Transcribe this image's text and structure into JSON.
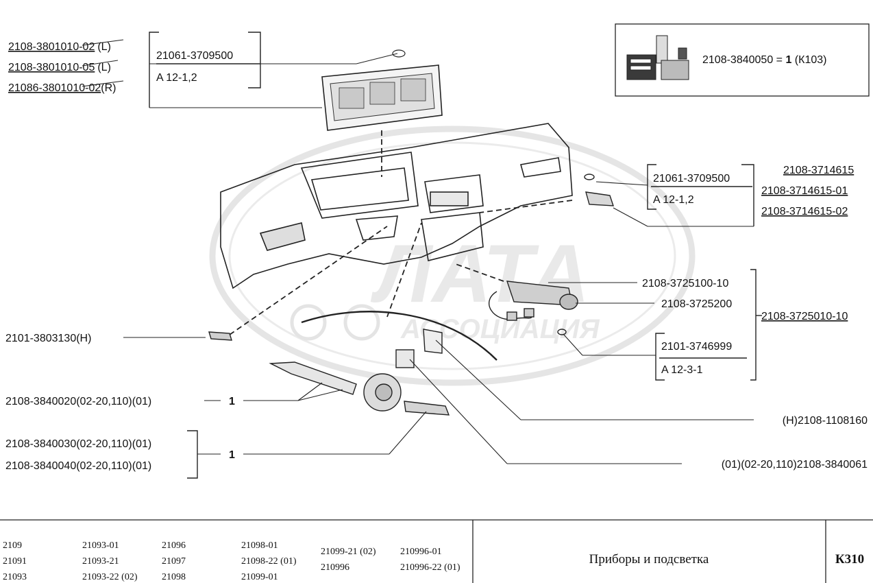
{
  "watermark": {
    "line1": "ЛАТА",
    "line2": "АССОЦИАЦИЯ"
  },
  "box_kit": {
    "text": "2108-3840050 = ",
    "qty": "1",
    "ref": " (К103)"
  },
  "cluster_labels": [
    {
      "code": "2108-3801010-02",
      "suffix": "(L)"
    },
    {
      "code": "2108-3801010-05",
      "suffix": "(L)"
    },
    {
      "code": "21086-3801010-02",
      "suffix": "(R)"
    }
  ],
  "bulb_top": {
    "code": "21061-3709500",
    "spec": "A 12-1,2"
  },
  "bulb_right": {
    "code": "21061-3709500",
    "spec": "A 12-1,2"
  },
  "switch_codes": [
    "2108-3714615",
    "2108-3714615-01",
    "2108-3714615-02"
  ],
  "lighter": {
    "socket": "2108-3725100-10",
    "element": "2108-3725200",
    "assembly": "2108-3725010-10"
  },
  "bulb_lamp": {
    "code": "2101-3746999",
    "spec": "A 12-3-1"
  },
  "sensor_left": "2101-3803130(Н)",
  "cable_speedo": {
    "code": "2108-3840020(02-20,110)(01)",
    "qty": "1"
  },
  "cable_brackets": {
    "codes": [
      "2108-3840030(02-20,110)(01)",
      "2108-3840040(02-20,110)(01)"
    ],
    "qty": "1"
  },
  "right_parts": [
    "(Н)2108-1108160",
    "(01)(02-20,110)2108-3840061"
  ],
  "footer": {
    "models": [
      [
        "2109",
        "21091",
        "21093"
      ],
      [
        "21093-01",
        "21093-21",
        "21093-22 (02)"
      ],
      [
        "21096",
        "21097",
        "21098"
      ],
      [
        "21098-01",
        "21098-22 (01)",
        "21099-01"
      ],
      [
        "21099-21 (02)",
        "210996"
      ],
      [
        "210996-01",
        "210996-22 (01)"
      ]
    ],
    "title": "Приборы и подсветка",
    "code": "К310"
  }
}
